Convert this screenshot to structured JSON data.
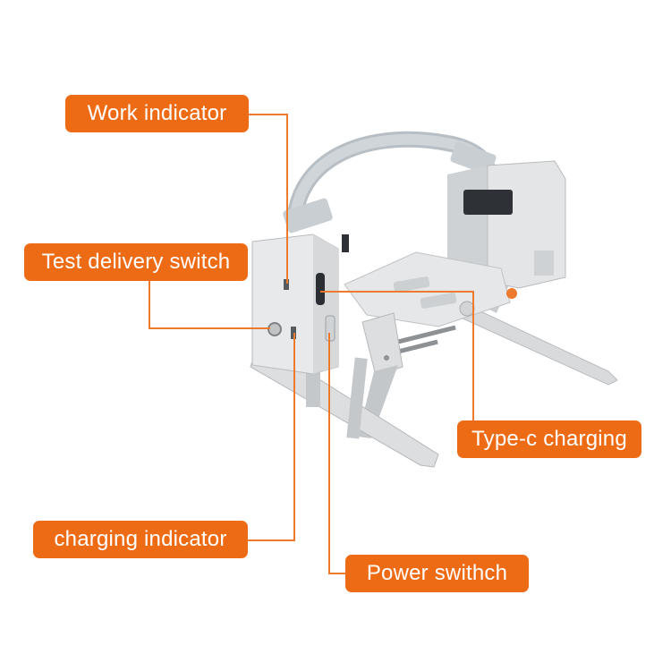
{
  "accent_color": "#ee6b16",
  "labels": {
    "work_indicator": "Work indicator",
    "test_delivery_switch": "Test delivery switch",
    "type_c_charging": "Type-c charging",
    "charging_indicator": "charging indicator",
    "power_switch": "Power swithch"
  }
}
